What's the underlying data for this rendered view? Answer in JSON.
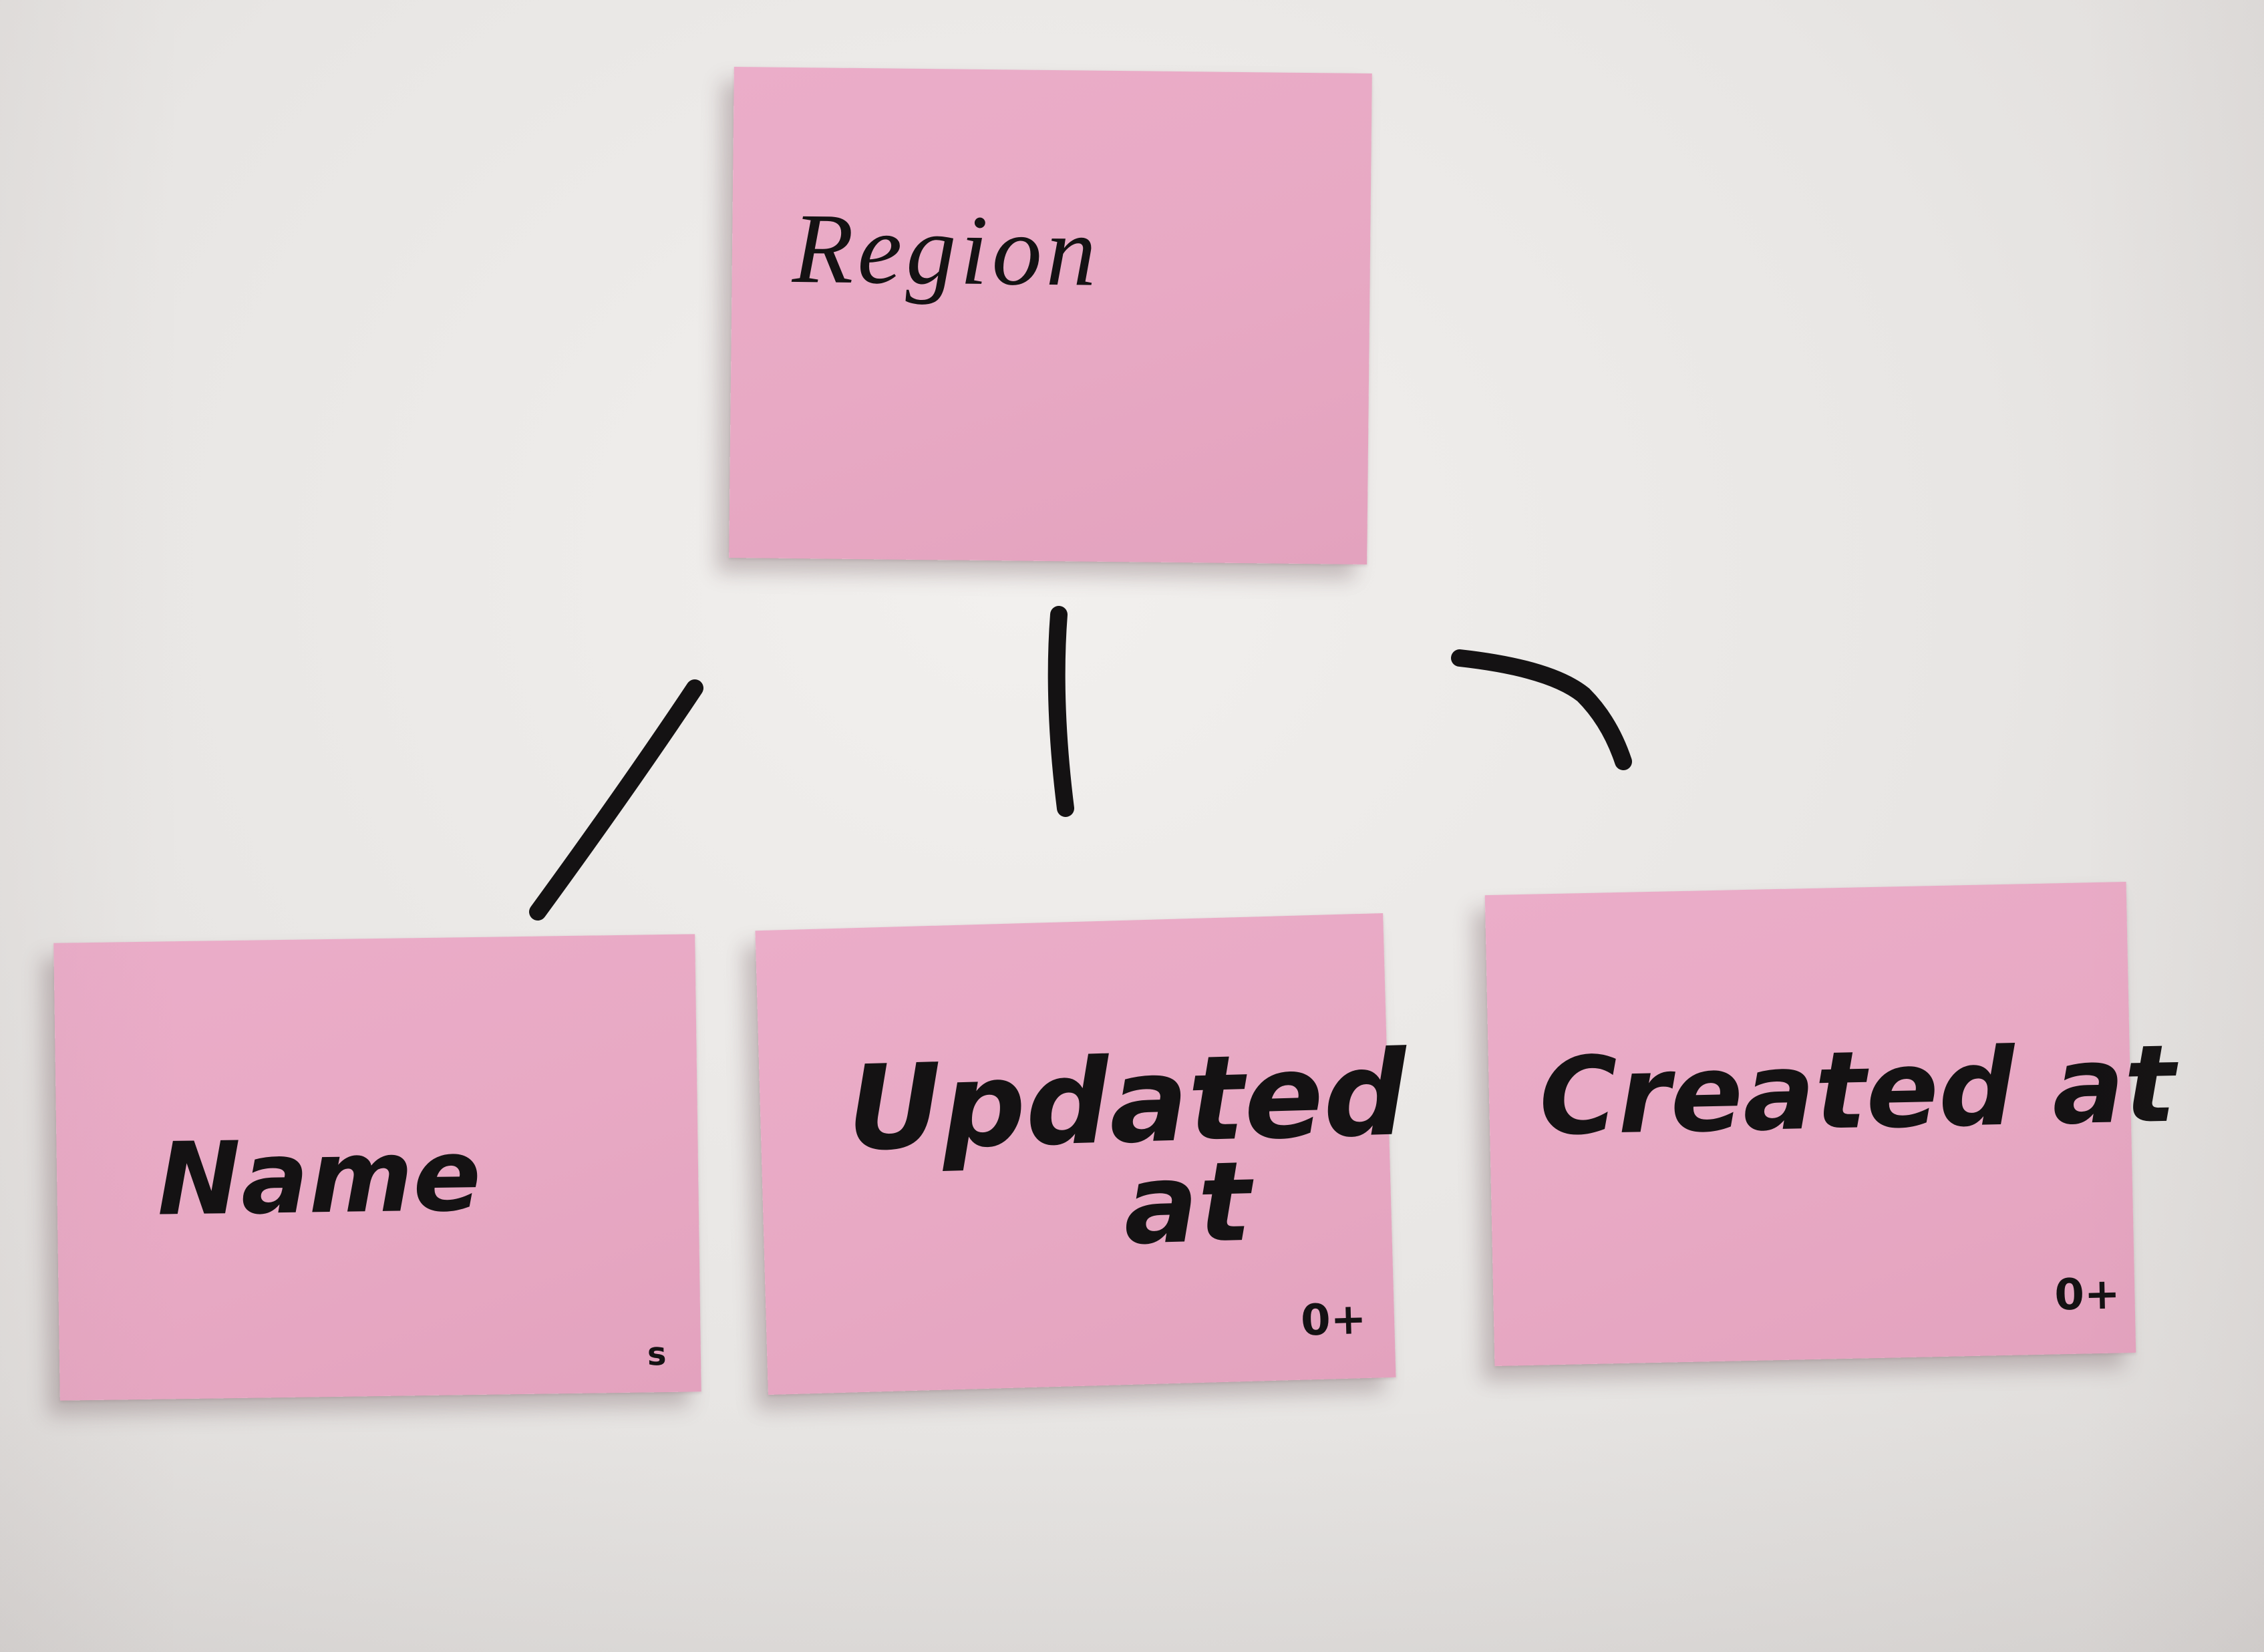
{
  "notes": {
    "region": {
      "label": "Region"
    },
    "name": {
      "label": "Name",
      "mark": "s"
    },
    "updated_at": {
      "label_line1": "Updated",
      "label_line2": "at",
      "mark": "0+"
    },
    "created_at": {
      "label": "Created at",
      "mark": "0+"
    }
  },
  "colors": {
    "note": "#e8a9c4",
    "ink": "#141213",
    "background": "#e9e7e5"
  }
}
